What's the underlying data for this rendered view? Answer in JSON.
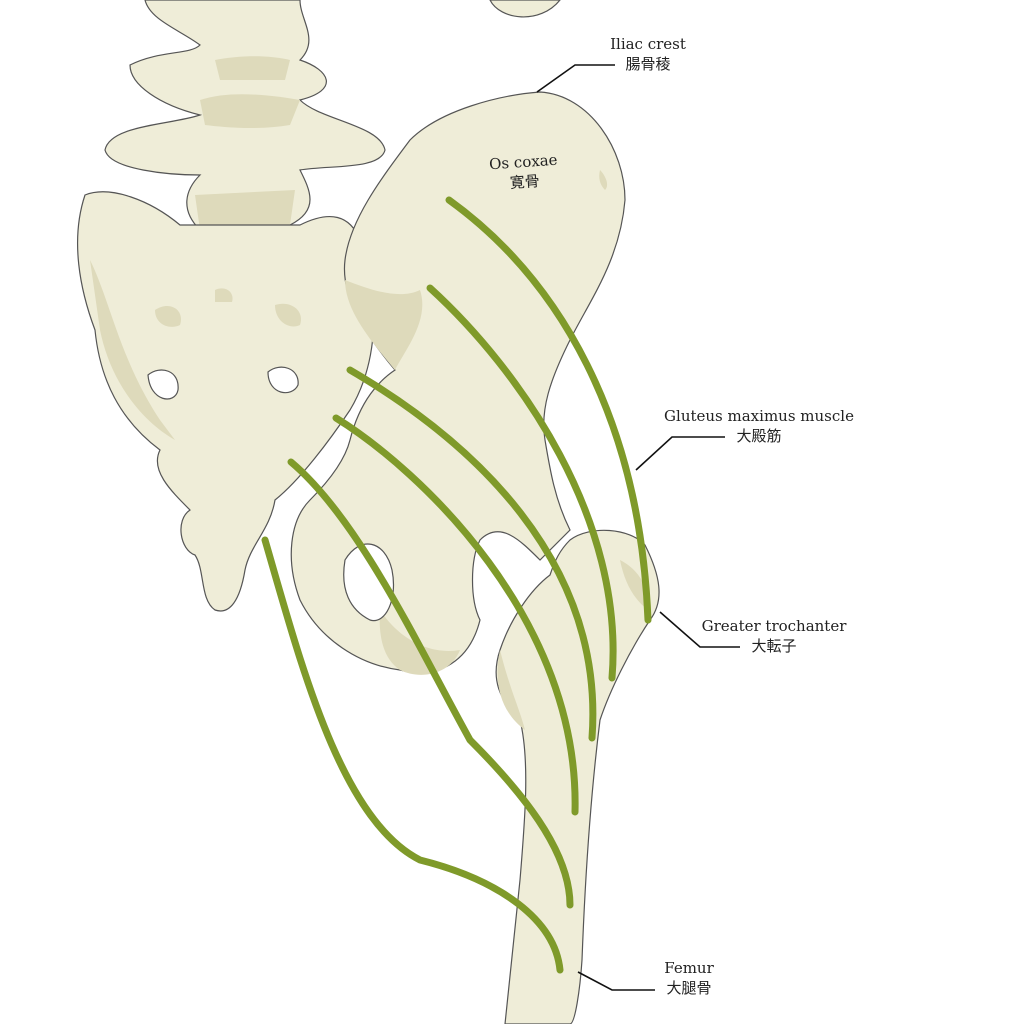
{
  "labels": {
    "iliac_crest": {
      "en": "Iliac crest",
      "jp": "腸骨稜"
    },
    "os_coxae": {
      "en": "Os coxae",
      "jp": "寛骨"
    },
    "gluteus_maximus": {
      "en": "Gluteus maximus muscle",
      "jp": "大殿筋"
    },
    "greater_trochanter": {
      "en": "Greater trochanter",
      "jp": "大転子"
    },
    "femur": {
      "en": "Femur",
      "jp": "大腿骨"
    }
  },
  "colors": {
    "bone": "#efedd8",
    "bone_shadow": "#dedabb",
    "muscle": "#7f9a2a",
    "outline": "#555555"
  }
}
